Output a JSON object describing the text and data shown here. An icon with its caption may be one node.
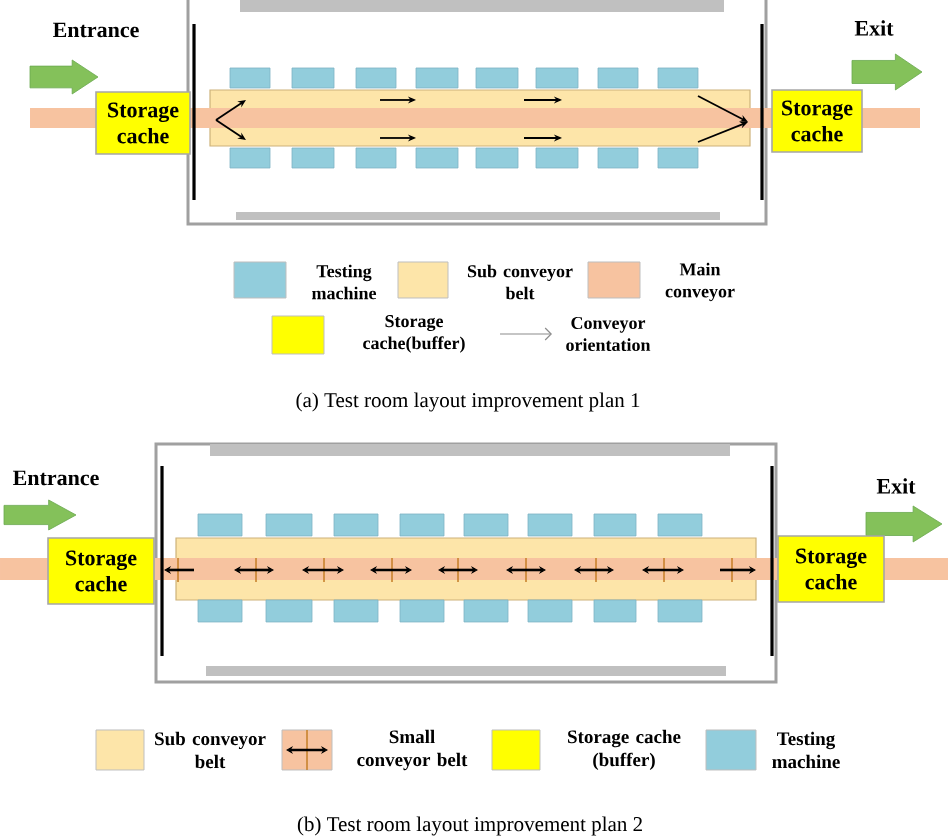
{
  "diagram": {
    "nodes": [
      {
        "text": [
          "Storage cache"
        ]
      },
      {
        "text": [
          "Storage cache"
        ]
      },
      {
        "text": [
          "Storage cache"
        ]
      },
      {
        "text": [
          "Storage cache"
        ]
      }
    ],
    "labels": [
      "Entrance",
      "Exit",
      "(a) Test room layout improvement plan 1",
      "Entrance",
      "Exit",
      "(b) Test room layout improvement plan 2"
    ],
    "legend": [
      {
        "text": "Testing machine",
        "color": "#92cddc"
      },
      {
        "text": "Sub conveyor belt",
        "color": "#fde5a9"
      },
      {
        "text": "Main conveyor",
        "color": "#f7c3a0"
      },
      {
        "text": "Storage cache(buffer)",
        "color": "#ffff00"
      },
      {
        "text": "Conveyor orientation"
      },
      {
        "text": "Sub conveyor belt",
        "color": "#fde5a9"
      },
      {
        "text": "Small conveyor belt"
      },
      {
        "text": "Storage cache (buffer)",
        "color": "#ffff00"
      },
      {
        "text": "Testing machine",
        "color": "#92cddc"
      }
    ]
  }
}
